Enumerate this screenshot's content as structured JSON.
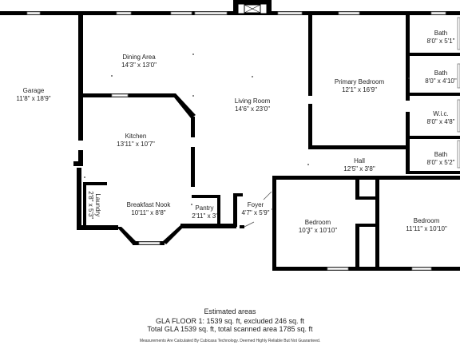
{
  "rooms": [
    {
      "key": "garage",
      "name": "Garage",
      "dims": "11'8\" x 18'9\""
    },
    {
      "key": "dining",
      "name": "Dining Area",
      "dims": "14'3\" x 13'0\""
    },
    {
      "key": "living",
      "name": "Living Room",
      "dims": "14'6\" x 23'0\""
    },
    {
      "key": "kitchen",
      "name": "Kitchen",
      "dims": "13'11\" x 10'7\""
    },
    {
      "key": "nook",
      "name": "Breakfast Nook",
      "dims": "10'11\" x 8'8\""
    },
    {
      "key": "pantry",
      "name": "Pantry",
      "dims": "2'11\" x 3'"
    },
    {
      "key": "foyer",
      "name": "Foyer",
      "dims": "4'7\" x 5'9\""
    },
    {
      "key": "laundry",
      "name": "Laundry",
      "dims": "2'8\" x 5'3\""
    },
    {
      "key": "primary",
      "name": "Primary Bedroom",
      "dims": "12'1\" x 16'9\""
    },
    {
      "key": "bath1",
      "name": "Bath",
      "dims": "8'0\" x 5'1\""
    },
    {
      "key": "bath2",
      "name": "Bath",
      "dims": "8'0\" x 4'10\""
    },
    {
      "key": "wic",
      "name": "W.i.c.",
      "dims": "8'0\" x 4'8\""
    },
    {
      "key": "bath3",
      "name": "Bath",
      "dims": "8'0\" x 5'2\""
    },
    {
      "key": "hall",
      "name": "Hall",
      "dims": "12'5\" x 3'8\""
    },
    {
      "key": "bed1",
      "name": "Bedroom",
      "dims": "10'3\" x 10'10\""
    },
    {
      "key": "bed2",
      "name": "Bedroom",
      "dims": "11'11\" x 10'10\""
    }
  ],
  "summary": {
    "title": "Estimated areas",
    "line1": "GLA FLOOR 1: 1539 sq. ft, excluded 246 sq. ft",
    "line2": "Total GLA 1539 sq. ft, total scanned area 1785 sq. ft",
    "credit": "Measurements Are Calculated By Cubicasa Technology. Deemed Highly Reliable But Not Guaranteed."
  }
}
